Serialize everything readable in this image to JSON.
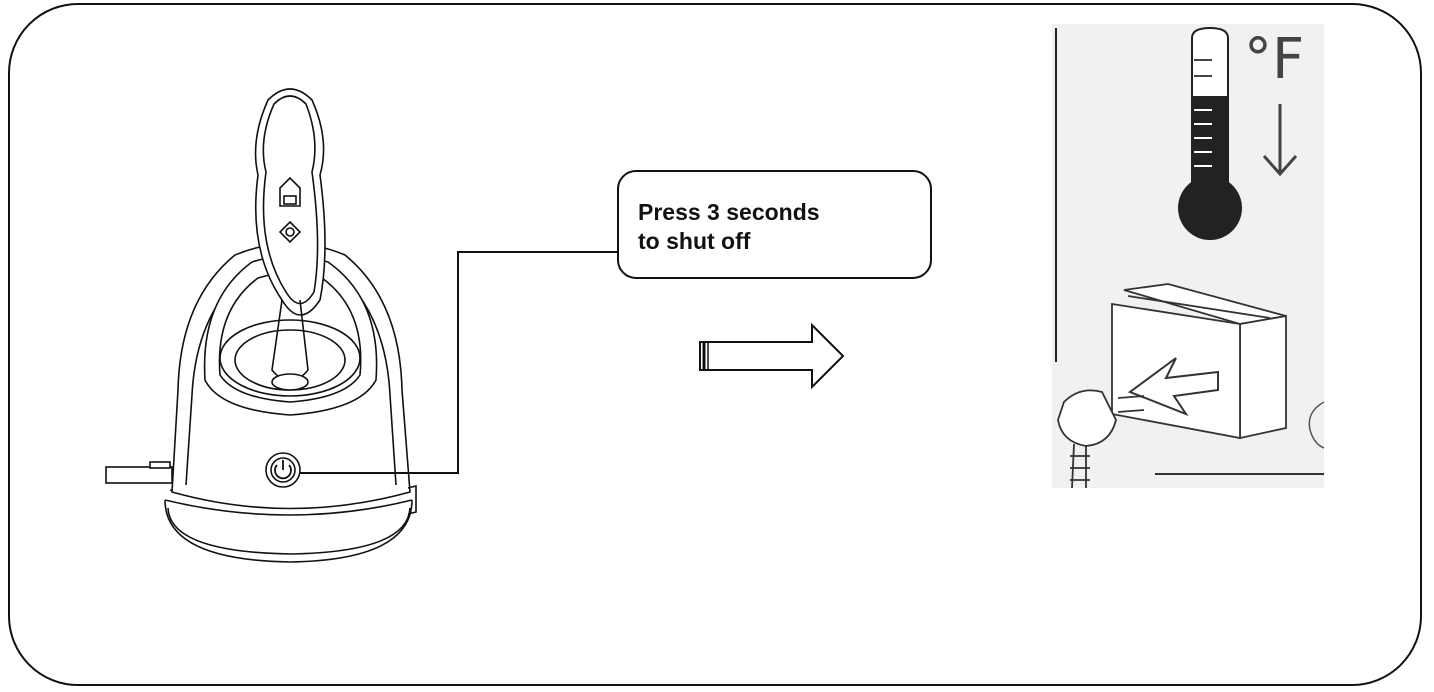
{
  "callout": {
    "line1": "Press 3 seconds",
    "line2": "to shut off"
  },
  "thermo_panel": {
    "unit_label": "°F"
  },
  "colors": {
    "ink": "#111111",
    "panel_bg": "#f2f2f2",
    "mercury": "#222222"
  },
  "icons": [
    "steamer-device",
    "power-button-icon",
    "arrow-right-icon",
    "thermometer-icon",
    "down-arrow-icon",
    "socket-icon",
    "plug-icon"
  ]
}
